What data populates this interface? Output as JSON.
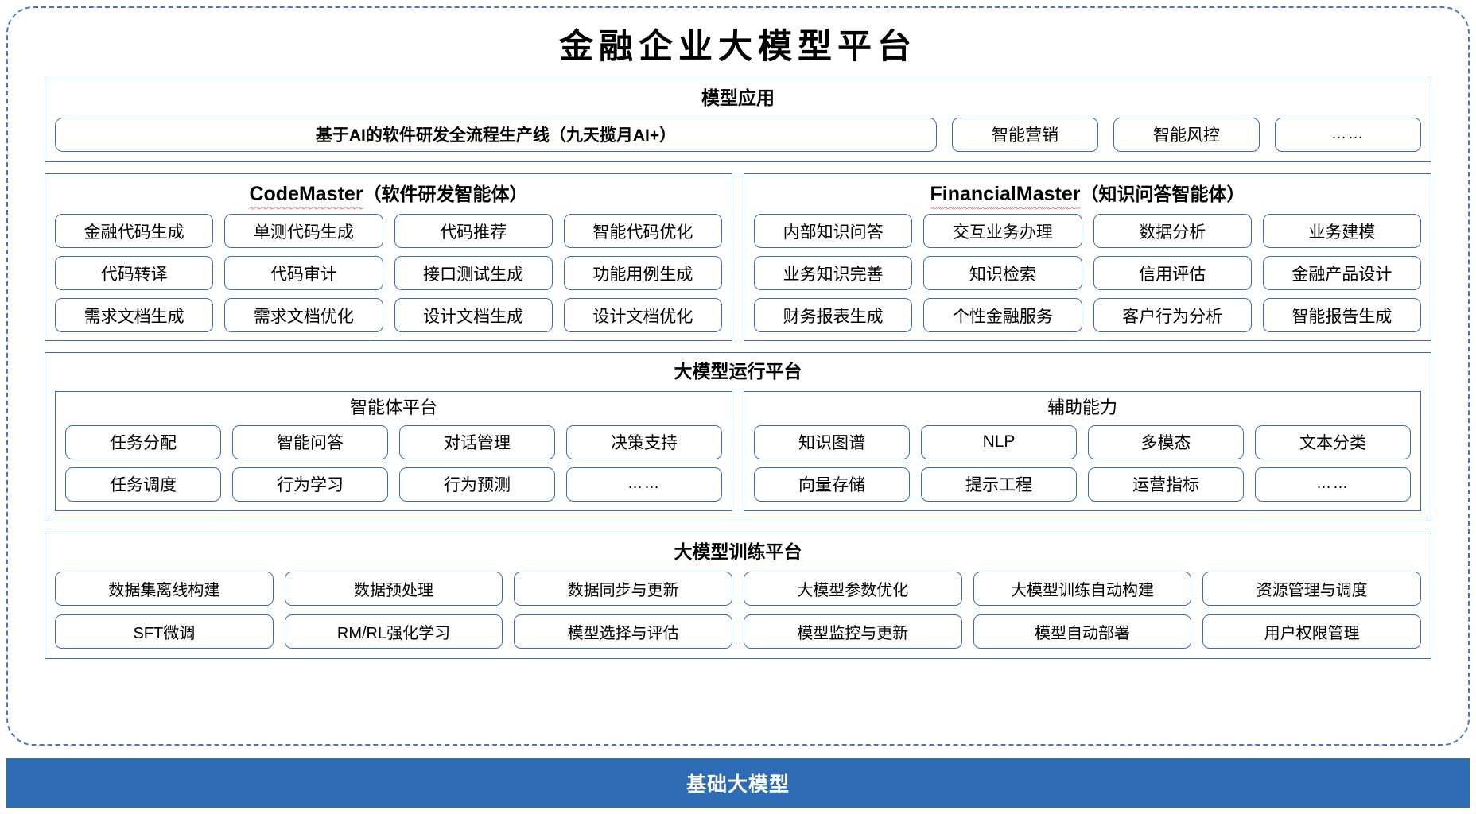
{
  "title": "金融企业大模型平台",
  "sections": {
    "model_application": {
      "title": "模型应用",
      "flagship": "基于AI的软件研发全流程生产线（九天揽月AI+）",
      "apps": [
        "智能营销",
        "智能风控",
        "……"
      ]
    },
    "code_master": {
      "title_en": "CodeMaster",
      "title_cn": "（软件研发智能体）",
      "items": [
        "金融代码生成",
        "单测代码生成",
        "代码推荐",
        "智能代码优化",
        "代码转译",
        "代码审计",
        "接口测试生成",
        "功能用例生成",
        "需求文档生成",
        "需求文档优化",
        "设计文档生成",
        "设计文档优化"
      ]
    },
    "financial_master": {
      "title_en": "FinancialMaster",
      "title_cn": "（知识问答智能体）",
      "items": [
        "内部知识问答",
        "交互业务办理",
        "数据分析",
        "业务建模",
        "业务知识完善",
        "知识检索",
        "信用评估",
        "金融产品设计",
        "财务报表生成",
        "个性金融服务",
        "客户行为分析",
        "智能报告生成"
      ]
    },
    "runtime_platform": {
      "title": "大模型运行平台",
      "agent_platform": {
        "title": "智能体平台",
        "items": [
          "任务分配",
          "智能问答",
          "对话管理",
          "决策支持",
          "任务调度",
          "行为学习",
          "行为预测",
          "……"
        ]
      },
      "auxiliary": {
        "title": "辅助能力",
        "items": [
          "知识图谱",
          "NLP",
          "多模态",
          "文本分类",
          "向量存储",
          "提示工程",
          "运营指标",
          "……"
        ]
      }
    },
    "training_platform": {
      "title": "大模型训练平台",
      "items": [
        "数据集离线构建",
        "数据预处理",
        "数据同步与更新",
        "大模型参数优化",
        "大模型训练自动构建",
        "资源管理与调度",
        "SFT微调",
        "RM/RL强化学习",
        "模型选择与评估",
        "模型监控与更新",
        "模型自动部署",
        "用户权限管理"
      ]
    },
    "foundation": {
      "label": "基础大模型"
    }
  },
  "colors": {
    "border_blue": "#3b6fb5",
    "dashed_blue": "#4a74d0",
    "foundation_blue": "#2e6cb5",
    "spellcheck_red": "#e8372b"
  }
}
